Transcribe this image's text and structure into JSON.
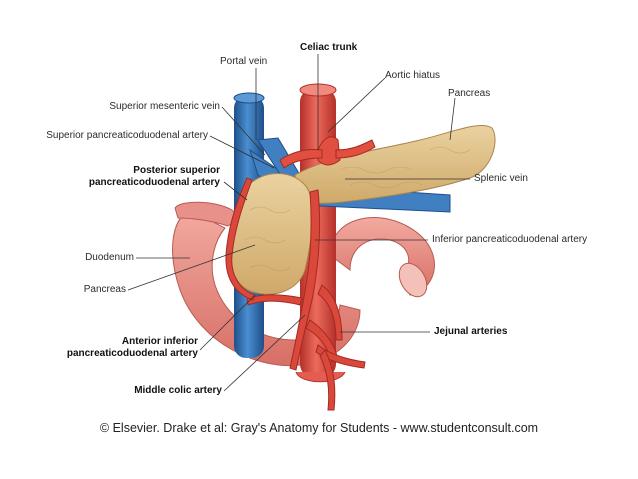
{
  "labels": {
    "portal_vein": "Portal vein",
    "celiac_trunk": "Celiac trunk",
    "aortic_hiatus": "Aortic hiatus",
    "pancreas_right": "Pancreas",
    "sup_mesenteric_vein": "Superior mesenteric vein",
    "sup_pancreaticoduodenal": "Superior pancreaticoduodenal artery",
    "post_sup_line1": "Posterior superior",
    "post_sup_line2": "pancreaticoduodenal artery",
    "splenic_vein": "Splenic vein",
    "inferior_pancreaticoduodenal": "Inferior pancreaticoduodenal artery",
    "duodenum": "Duodenum",
    "pancreas_left": "Pancreas",
    "jejunal_arteries": "Jejunal arteries",
    "ant_inf_line1": "Anterior inferior",
    "ant_inf_line2": "pancreaticoduodenal artery",
    "middle_colic": "Middle colic artery"
  },
  "copyright": "© Elsevier. Drake et al: Gray's Anatomy for Students - www.studentconsult.com",
  "colors": {
    "vein": "#2f6fb3",
    "artery": "#d9483a",
    "pancreas": "#ddc08a",
    "duodenum": "#e9948a",
    "leader_line": "#333333"
  }
}
